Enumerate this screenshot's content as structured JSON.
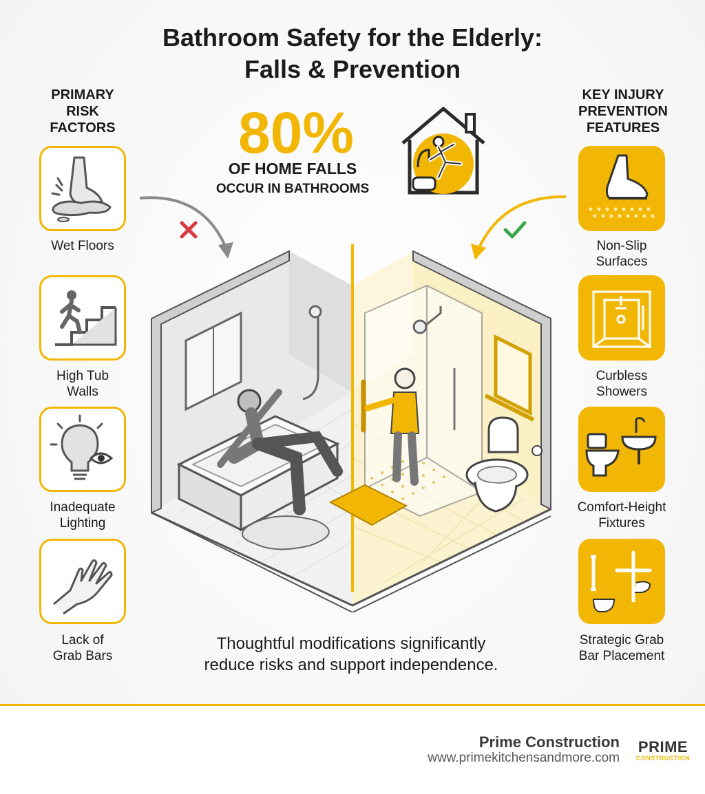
{
  "title": {
    "line1": "Bathroom Safety for the Elderly:",
    "line2": "Falls & Prevention"
  },
  "left_column": {
    "heading": [
      "PRIMARY",
      "RISK",
      "FACTORS"
    ],
    "items": [
      {
        "label_lines": [
          "Wet Floors"
        ],
        "icon": "wet-floor-icon"
      },
      {
        "label_lines": [
          "High Tub",
          "Walls"
        ],
        "icon": "stairs-climber-icon"
      },
      {
        "label_lines": [
          "Inadequate",
          "Lighting"
        ],
        "icon": "lightbulb-eye-icon"
      },
      {
        "label_lines": [
          "Lack of",
          "Grab Bars"
        ],
        "icon": "open-hand-icon"
      }
    ]
  },
  "right_column": {
    "heading": [
      "KEY INJURY",
      "PREVENTION",
      "FEATURES"
    ],
    "items": [
      {
        "label_lines": [
          "Non-Slip",
          "Surfaces"
        ],
        "icon": "shoe-on-textured-floor-icon"
      },
      {
        "label_lines": [
          "Curbless",
          "Showers"
        ],
        "icon": "walk-in-shower-icon"
      },
      {
        "label_lines": [
          "Comfort-Height",
          "Fixtures"
        ],
        "icon": "toilet-and-sink-icon"
      },
      {
        "label_lines": [
          "Strategic Grab",
          "Bar Placement"
        ],
        "icon": "grab-bars-icon"
      }
    ]
  },
  "stat": {
    "number": "80%",
    "line1": "OF HOME FALLS",
    "line2": "OCCUR IN BATHROOMS",
    "icon": "house-falling-person-icon"
  },
  "markers": {
    "unsafe": "cross-mark-icon",
    "safe": "check-mark-icon"
  },
  "tagline": {
    "line1": "Thoughtful modifications significantly",
    "line2": "reduce risks and support independence."
  },
  "footer": {
    "brand": "Prime Construction",
    "url": "www.primekitchensandmore.com",
    "logo_top": "PRIME",
    "logo_bottom": "CONSTRUCTION"
  },
  "colors": {
    "accent": "#f2b705",
    "danger": "#d9363e",
    "success": "#3aa84a",
    "text": "#1b1b1b"
  }
}
